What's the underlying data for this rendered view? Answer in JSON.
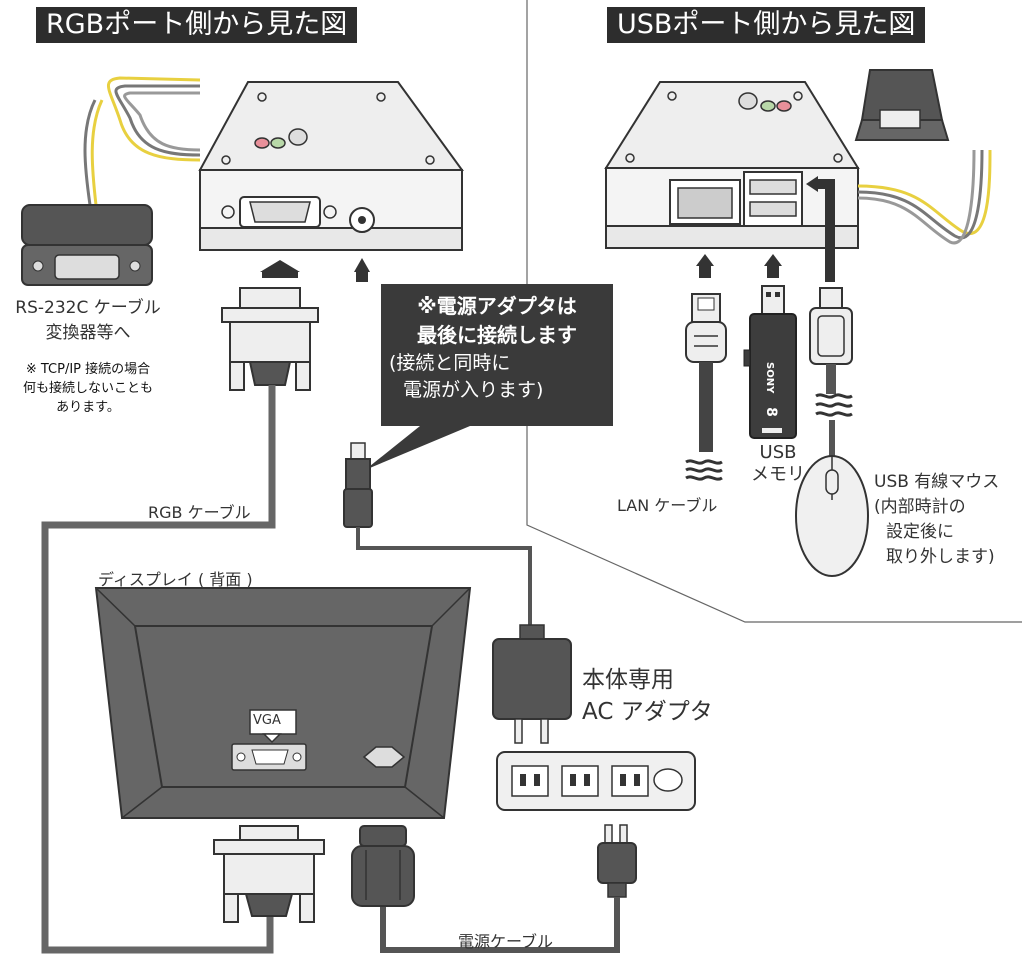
{
  "titles": {
    "rgb_side": "RGBポート側から見た図",
    "usb_side": "USBポート側から見た図"
  },
  "labels": {
    "rs232_line1": "RS-232C ケーブル",
    "rs232_line2": "変換器等へ",
    "tcp_note_line1": "※ TCP/IP 接続の場合",
    "tcp_note_line2": "何も接続しないことも",
    "tcp_note_line3": "あります。",
    "rgb_cable": "RGB ケーブル",
    "display": "ディスプレイ ( 背面 )",
    "vga": "VGA",
    "lan_cable": "LAN ケーブル",
    "usb_memory_line1": "USB",
    "usb_memory_line2": "メモリ",
    "usb_mouse_line1": "USB 有線マウス",
    "usb_mouse_line2": "(内部時計の",
    "usb_mouse_line3": "設定後に",
    "usb_mouse_line4": "取り外します)",
    "ac_adapter_line1": "本体専用",
    "ac_adapter_line2": "AC アダプタ",
    "power_cable": "電源ケーブル",
    "usb_stick_brand": "SONY",
    "usb_stick_capacity": "8"
  },
  "callout": {
    "line1": "※電源アダプタは",
    "line2": "最後に接続します",
    "line3": "(接続と同時に",
    "line4": "電源が入ります)"
  },
  "colors": {
    "title_bg": "#2d2d2d",
    "device_body": "#f0f0f0",
    "dark_gray": "#5a5a5a",
    "cable_gray": "#666666",
    "callout_bg": "#3a3a3a",
    "led_red": "#e8909a",
    "led_green": "#b8d8a8",
    "wire_yellow": "#e8d040"
  }
}
